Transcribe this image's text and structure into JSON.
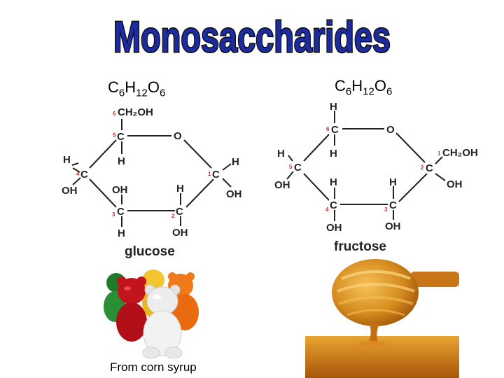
{
  "title": "Monosaccharides",
  "left": {
    "formula": {
      "c": "C",
      "c_n": "6",
      "h": "H",
      "h_n": "12",
      "o": "O",
      "o_n": "6"
    },
    "molecule_name": "glucose",
    "caption": "From corn syrup",
    "atoms": {
      "ch2oh": "CH₂OH",
      "c": "C",
      "o": "O",
      "h": "H",
      "oh": "OH"
    },
    "carbon_numbers": [
      "1",
      "2",
      "3",
      "4",
      "5",
      "6"
    ]
  },
  "right": {
    "formula": {
      "c": "C",
      "c_n": "6",
      "h": "H",
      "h_n": "12",
      "o": "O",
      "o_n": "6"
    },
    "molecule_name": "fructose",
    "atoms": {
      "ch2oh": "CH₂OH",
      "c": "C",
      "o": "O",
      "h": "H",
      "oh": "OH"
    },
    "carbon_numbers": [
      "1",
      "2",
      "3",
      "4",
      "5",
      "6"
    ]
  },
  "colors": {
    "title_fill": "#1c2b9e",
    "title_outline": "#0a0a0a",
    "carbon_number": "#d0342c",
    "honey": "#d08a18"
  }
}
